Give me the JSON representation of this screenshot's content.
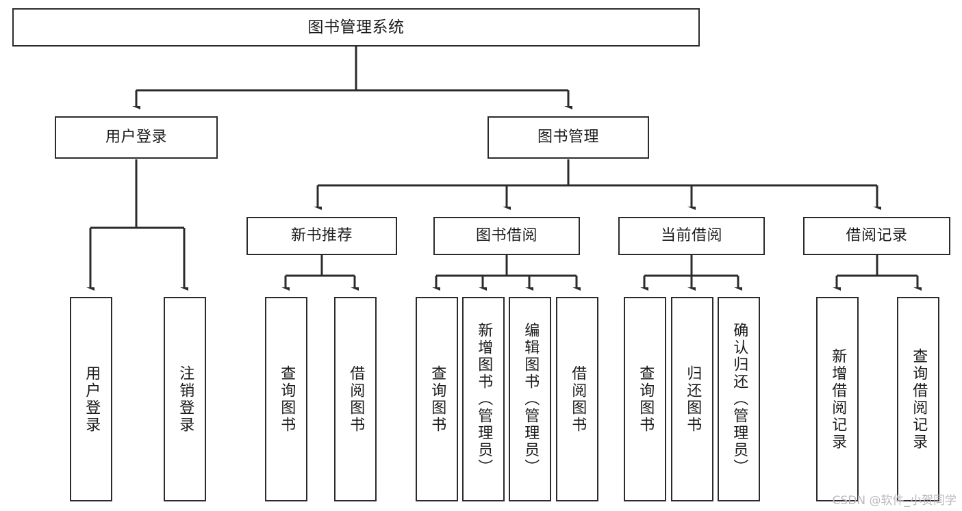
{
  "diagram": {
    "title": "图书管理系统",
    "type": "tree-hierarchy-diagram",
    "colors": {
      "box_border": "#2b2b2b",
      "box_fill": "#ffffff",
      "connector": "#2b2b2b",
      "background": "#ffffff",
      "watermark": "#b9b9b9"
    },
    "root": {
      "label": "图书管理系统"
    },
    "level1": [
      {
        "label": "用户登录"
      },
      {
        "label": "图书管理"
      }
    ],
    "level2": [
      {
        "label": "新书推荐"
      },
      {
        "label": "图书借阅"
      },
      {
        "label": "当前借阅"
      },
      {
        "label": "借阅记录"
      }
    ],
    "leaves": {
      "user_login": [
        {
          "label": "用户登录"
        },
        {
          "label": "注销登录"
        }
      ],
      "new_book_recommend": [
        {
          "label": "查询图书"
        },
        {
          "label": "借阅图书"
        }
      ],
      "book_borrow": [
        {
          "label": "查询图书"
        },
        {
          "label": "新增图书（管理员）"
        },
        {
          "label": "编辑图书（管理员）"
        },
        {
          "label": "借阅图书"
        }
      ],
      "current_borrow": [
        {
          "label": "查询图书"
        },
        {
          "label": "归还图书"
        },
        {
          "label": "确认归还（管理员）"
        }
      ],
      "borrow_record": [
        {
          "label": "新增借阅记录"
        },
        {
          "label": "查询借阅记录"
        }
      ]
    }
  },
  "watermark": {
    "text": "CSDN @软件_小贺同学"
  }
}
